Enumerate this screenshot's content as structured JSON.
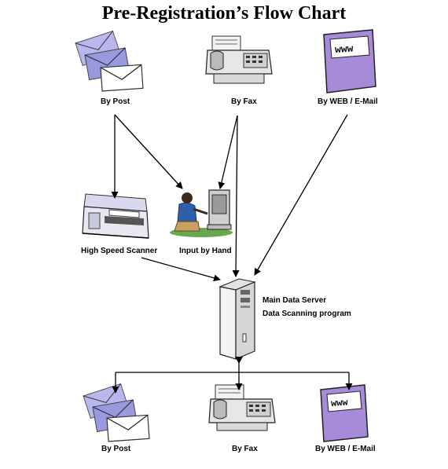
{
  "title": "Pre-Registration’s Flow Chart",
  "sources": {
    "post": "By Post",
    "fax": "By Fax",
    "web": "By WEB / E-Mail"
  },
  "processing": {
    "scanner": "High Speed Scanner",
    "hand": "Input by Hand"
  },
  "server": {
    "line1": "Main Data Server",
    "line2": "Data Scanning program"
  },
  "outputs": {
    "post": "By Post",
    "fax": "By Fax",
    "web": "By WEB / E-Mail"
  },
  "icons": {
    "envelope": "envelope-stack-icon",
    "fax": "fax-machine-icon",
    "web": "www-screen-icon",
    "scanner": "scanner-icon",
    "operator": "person-at-computer-icon",
    "server": "server-tower-icon"
  },
  "colors": {
    "envelope": "#8888dd",
    "www": "#a78bd8",
    "line": "#000000"
  }
}
